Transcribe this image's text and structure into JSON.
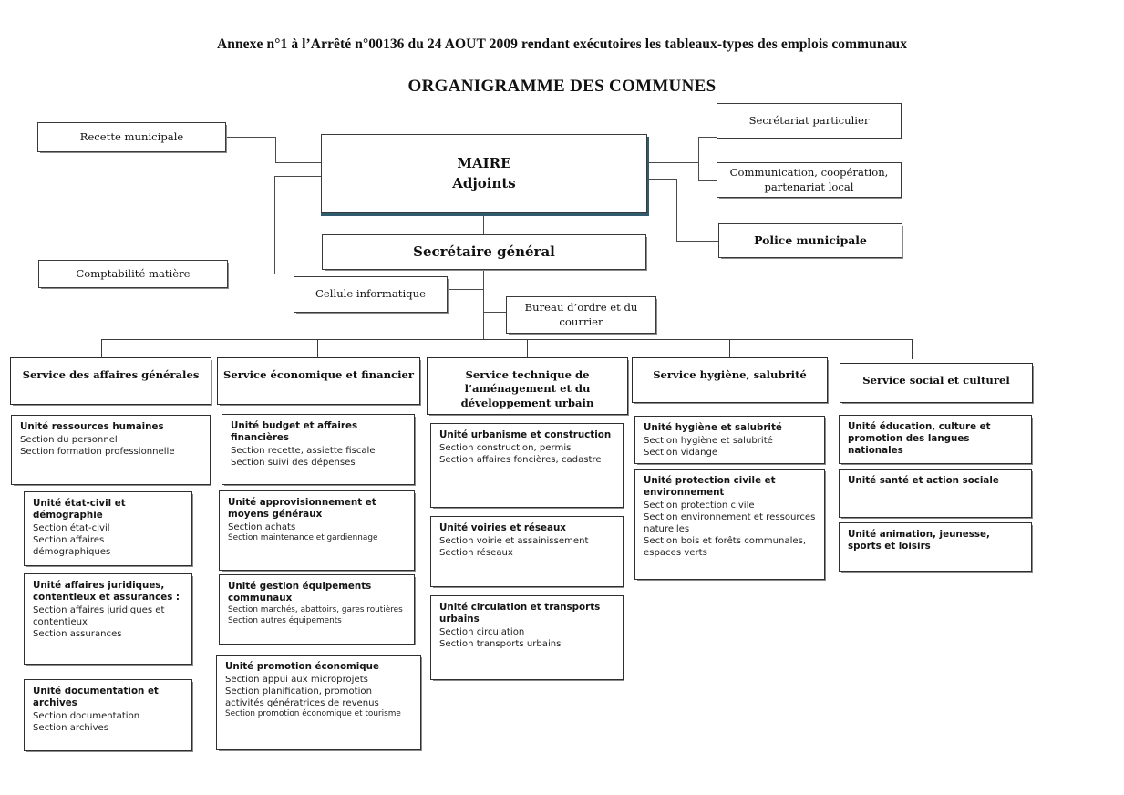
{
  "document": {
    "header_note": "Annexe n°1 à l’Arrêté n°00136 du 24 AOUT 2009 rendant exécutoires les tableaux-types des emplois communaux",
    "chart_title": "ORGANIGRAMME DES COMMUNES"
  },
  "nodes": {
    "recette_municipale": "Recette municipale",
    "comptabilite_matiere": "Comptabilité matière",
    "maire_line1": "MAIRE",
    "maire_line2": "Adjoints",
    "secretariat_particulier": "Secrétariat particulier",
    "communication_line1": "Communication, coopération,",
    "communication_line2": "partenariat local",
    "police_municipale": "Police municipale",
    "secretaire_general": "Secrétaire général",
    "cellule_informatique": "Cellule informatique",
    "bureau_ordre_courrier": "Bureau d’ordre et du courrier"
  },
  "services": [
    {
      "id": "affaires-generales",
      "title": "Service des affaires générales",
      "title_lines": [
        "Service des affaires générales"
      ],
      "units": [
        {
          "title": "Unité ressources humaines",
          "sections": [
            "Section du personnel",
            "Section formation professionnelle"
          ],
          "small": []
        },
        {
          "title": "Unité état-civil et démographie",
          "sections": [
            "Section état-civil",
            "Section affaires démographiques"
          ],
          "small": []
        },
        {
          "title": "Unité affaires juridiques, contentieux et assurances :",
          "sections": [
            "Section affaires juridiques et contentieux",
            "Section assurances"
          ],
          "small": []
        },
        {
          "title": "Unité documentation et archives",
          "sections": [
            "Section documentation",
            "Section archives"
          ],
          "small": []
        }
      ]
    },
    {
      "id": "economique-financier",
      "title": "Service économique et financier",
      "title_lines": [
        "Service économique et financier"
      ],
      "units": [
        {
          "title": "Unité budget et affaires financières",
          "sections": [
            "Section recette, assiette fiscale",
            "Section suivi des dépenses"
          ],
          "small": []
        },
        {
          "title": "Unité approvisionnement et moyens généraux",
          "sections": [
            "Section achats"
          ],
          "small": [
            "Section maintenance et gardiennage"
          ]
        },
        {
          "title": "Unité gestion équipements communaux",
          "sections": [],
          "small": [
            "Section marchés, abattoirs, gares routières",
            "Section autres équipements"
          ]
        },
        {
          "title": "Unité promotion économique",
          "sections": [
            "Section appui aux microprojets",
            "Section planification, promotion activités génératrices de revenus"
          ],
          "small": [
            "Section promotion économique et tourisme"
          ]
        }
      ]
    },
    {
      "id": "technique-amenagement",
      "title": "Service technique de l’aménagement et du développement urbain",
      "title_lines": [
        "Service technique de",
        "l’aménagement et du",
        "développement urbain"
      ],
      "units": [
        {
          "title": "Unité urbanisme et construction",
          "sections": [
            "Section construction, permis",
            "Section affaires foncières, cadastre"
          ],
          "small": []
        },
        {
          "title": "Unité voiries et réseaux",
          "sections": [
            "Section voirie et assainissement",
            "Section réseaux"
          ],
          "small": []
        },
        {
          "title": "Unité circulation et transports urbains",
          "sections": [
            "Section circulation",
            "Section transports urbains"
          ],
          "small": []
        }
      ]
    },
    {
      "id": "hygiene-salubrite",
      "title": "Service hygiène, salubrité",
      "title_lines": [
        "Service hygiène, salubrité"
      ],
      "units": [
        {
          "title": "Unité hygiène et salubrité",
          "sections": [
            "Section hygiène et salubrité",
            "Section vidange"
          ],
          "small": []
        },
        {
          "title": "Unité protection civile et environnement",
          "sections": [
            "Section protection civile",
            "Section environnement et ressources naturelles",
            "Section bois et forêts communales, espaces verts"
          ],
          "small": []
        }
      ]
    },
    {
      "id": "social-culturel",
      "title": "Service social et culturel",
      "title_lines": [
        "Service social et culturel"
      ],
      "units": [
        {
          "title": "Unité éducation, culture et promotion des langues nationales",
          "sections": [],
          "small": []
        },
        {
          "title": "Unité santé et action sociale",
          "sections": [],
          "small": []
        },
        {
          "title": "Unité animation, jeunesse, sports et loisirs",
          "sections": [],
          "small": []
        }
      ]
    }
  ],
  "colors": {
    "box_border": "#2f2f2f",
    "shadow": "#8a8a8a",
    "maire_underline": "#2e5c6e",
    "text": "#111111",
    "background": "#ffffff"
  }
}
